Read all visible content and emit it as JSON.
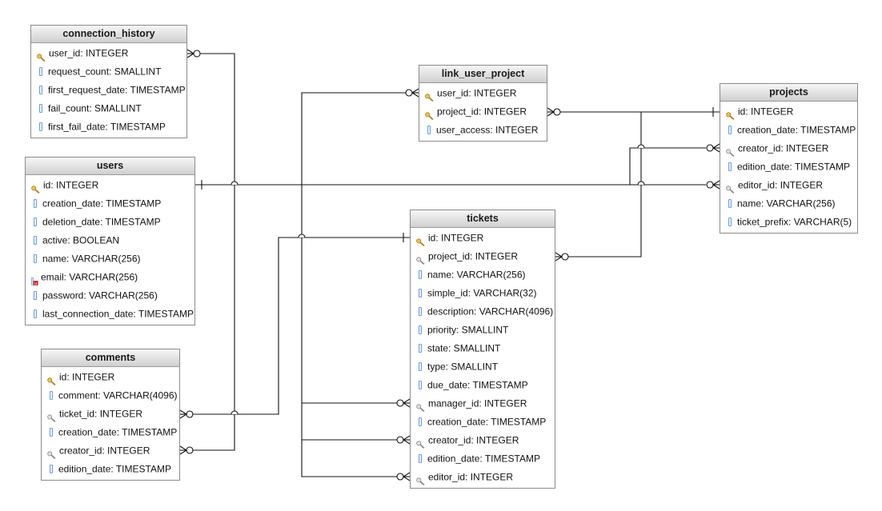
{
  "colors": {
    "pk": "#e2a33b",
    "fk": "#a8a8a8",
    "unique": "#cc2020",
    "column": "#6d9ee0"
  },
  "tables": {
    "connection_history": {
      "title": "connection_history",
      "columns": [
        {
          "name": "user_id: INTEGER",
          "icon": "key-icon"
        },
        {
          "name": "request_count: SMALLINT",
          "icon": "column-icon"
        },
        {
          "name": "first_request_date: TIMESTAMP",
          "icon": "column-icon"
        },
        {
          "name": "fail_count: SMALLINT",
          "icon": "column-icon"
        },
        {
          "name": "first_fail_date: TIMESTAMP",
          "icon": "column-icon"
        }
      ]
    },
    "users": {
      "title": "users",
      "columns": [
        {
          "name": "id: INTEGER",
          "icon": "key-icon"
        },
        {
          "name": "creation_date: TIMESTAMP",
          "icon": "column-icon"
        },
        {
          "name": "deletion_date: TIMESTAMP",
          "icon": "column-icon"
        },
        {
          "name": "active: BOOLEAN",
          "icon": "column-icon"
        },
        {
          "name": "name: VARCHAR(256)",
          "icon": "column-icon"
        },
        {
          "name": "email: VARCHAR(256)",
          "icon": "unique-icon"
        },
        {
          "name": "password: VARCHAR(256)",
          "icon": "column-icon"
        },
        {
          "name": "last_connection_date: TIMESTAMP",
          "icon": "column-icon"
        }
      ]
    },
    "comments": {
      "title": "comments",
      "columns": [
        {
          "name": "id: INTEGER",
          "icon": "key-icon"
        },
        {
          "name": "comment: VARCHAR(4096)",
          "icon": "column-icon"
        },
        {
          "name": "ticket_id: INTEGER",
          "icon": "foreign-key-icon"
        },
        {
          "name": "creation_date: TIMESTAMP",
          "icon": "column-icon"
        },
        {
          "name": "creator_id: INTEGER",
          "icon": "foreign-key-icon"
        },
        {
          "name": "edition_date: TIMESTAMP",
          "icon": "column-icon"
        }
      ]
    },
    "link_user_project": {
      "title": "link_user_project",
      "columns": [
        {
          "name": "user_id: INTEGER",
          "icon": "key-icon"
        },
        {
          "name": "project_id: INTEGER",
          "icon": "key-icon"
        },
        {
          "name": "user_access: INTEGER",
          "icon": "column-icon"
        }
      ]
    },
    "tickets": {
      "title": "tickets",
      "columns": [
        {
          "name": "id: INTEGER",
          "icon": "key-icon"
        },
        {
          "name": "project_id: INTEGER",
          "icon": "foreign-key-icon"
        },
        {
          "name": "name: VARCHAR(256)",
          "icon": "column-icon"
        },
        {
          "name": "simple_id: VARCHAR(32)",
          "icon": "column-icon"
        },
        {
          "name": "description: VARCHAR(4096)",
          "icon": "column-icon"
        },
        {
          "name": "priority: SMALLINT",
          "icon": "column-icon"
        },
        {
          "name": "state: SMALLINT",
          "icon": "column-icon"
        },
        {
          "name": "type: SMALLINT",
          "icon": "column-icon"
        },
        {
          "name": "due_date: TIMESTAMP",
          "icon": "column-icon"
        },
        {
          "name": "manager_id: INTEGER",
          "icon": "foreign-key-icon"
        },
        {
          "name": "creation_date: TIMESTAMP",
          "icon": "column-icon"
        },
        {
          "name": "creator_id: INTEGER",
          "icon": "foreign-key-icon"
        },
        {
          "name": "edition_date: TIMESTAMP",
          "icon": "column-icon"
        },
        {
          "name": "editor_id: INTEGER",
          "icon": "foreign-key-icon"
        }
      ]
    },
    "projects": {
      "title": "projects",
      "columns": [
        {
          "name": "id: INTEGER",
          "icon": "key-icon"
        },
        {
          "name": "creation_date: TIMESTAMP",
          "icon": "column-icon"
        },
        {
          "name": "creator_id: INTEGER",
          "icon": "foreign-key-icon"
        },
        {
          "name": "edition_date: TIMESTAMP",
          "icon": "column-icon"
        },
        {
          "name": "editor_id: INTEGER",
          "icon": "foreign-key-icon"
        },
        {
          "name": "name: VARCHAR(256)",
          "icon": "column-icon"
        },
        {
          "name": "ticket_prefix: VARCHAR(5)",
          "icon": "column-icon"
        }
      ]
    }
  },
  "relationships": [
    {
      "from": "connection_history.user_id",
      "to": "users.id",
      "cardinality": "many-to-one"
    },
    {
      "from": "comments.creator_id",
      "to": "users.id",
      "cardinality": "many-to-one"
    },
    {
      "from": "comments.ticket_id",
      "to": "tickets.id",
      "cardinality": "many-to-one"
    },
    {
      "from": "link_user_project.user_id",
      "to": "users.id",
      "cardinality": "many-to-one"
    },
    {
      "from": "link_user_project.project_id",
      "to": "projects.id",
      "cardinality": "many-to-one"
    },
    {
      "from": "projects.creator_id",
      "to": "users.id",
      "cardinality": "many-to-one"
    },
    {
      "from": "projects.editor_id",
      "to": "users.id",
      "cardinality": "many-to-one"
    },
    {
      "from": "tickets.project_id",
      "to": "projects.id",
      "cardinality": "many-to-one"
    },
    {
      "from": "tickets.manager_id",
      "to": "users.id",
      "cardinality": "many-to-one"
    },
    {
      "from": "tickets.creator_id",
      "to": "users.id",
      "cardinality": "many-to-one"
    },
    {
      "from": "tickets.editor_id",
      "to": "users.id",
      "cardinality": "many-to-one"
    }
  ]
}
